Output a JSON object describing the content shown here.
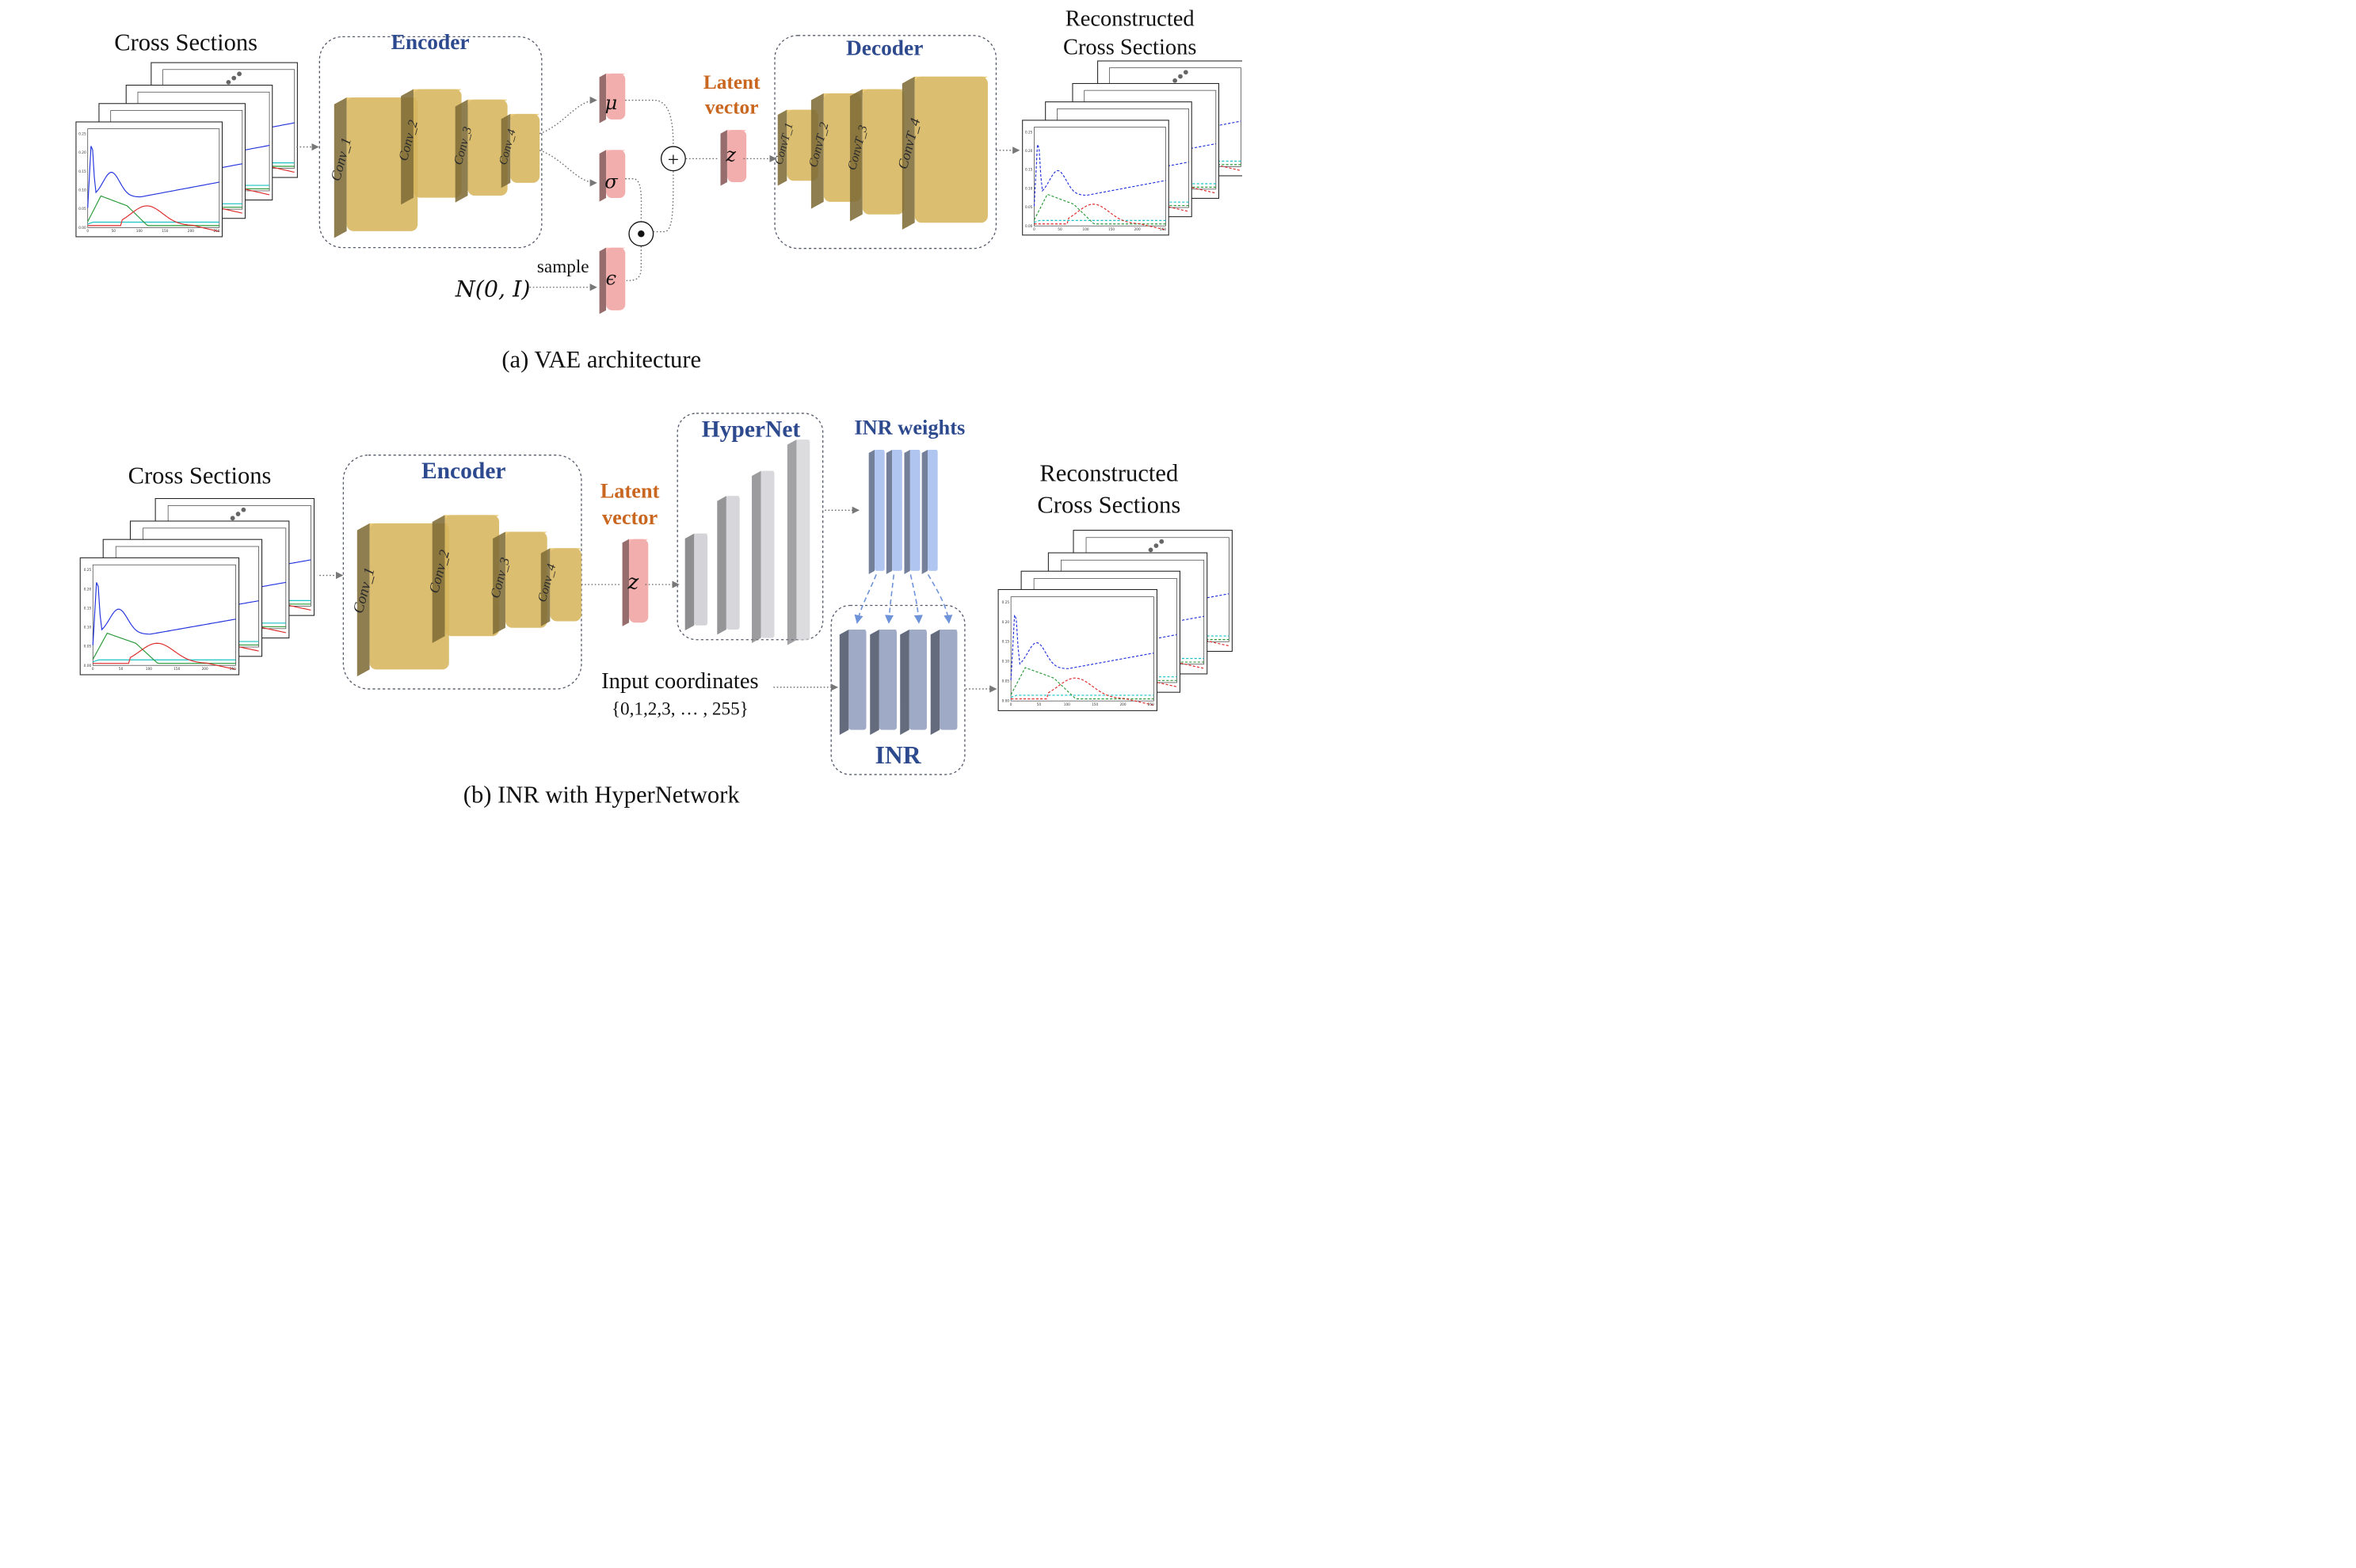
{
  "vae": {
    "input_label": "Cross Sections",
    "encoder_title": "Encoder",
    "encoder_layers": [
      "Conv_1",
      "Conv_2",
      "Conv_3",
      "Conv_4"
    ],
    "mu": "μ",
    "sigma": "σ",
    "epsilon": "ϵ",
    "plus": "+",
    "odot": "⊙",
    "sample_label": "sample",
    "noise_label": "N(0, I)",
    "latent_label_line1": "Latent",
    "latent_label_line2": "vector",
    "z": "z",
    "decoder_title": "Decoder",
    "decoder_layers": [
      "ConvT_1",
      "ConvT_2",
      "ConvT_3",
      "ConvT_4"
    ],
    "output_label_line1": "Reconstructed",
    "output_label_line2": "Cross Sections",
    "caption": "(a) VAE architecture"
  },
  "inr": {
    "input_label": "Cross Sections",
    "encoder_title": "Encoder",
    "encoder_layers": [
      "Conv_1",
      "Conv_2",
      "Conv_3",
      "Conv_4"
    ],
    "latent_label_line1": "Latent",
    "latent_label_line2": "vector",
    "z": "z",
    "hypernet_title": "HyperNet",
    "weights_title": "INR weights",
    "inr_title": "INR",
    "coords_label": "Input coordinates",
    "coords_set": "{0,1,2,3, … , 255}",
    "output_label_line1": "Reconstructed",
    "output_label_line2": "Cross Sections",
    "caption": "(b) INR with HyperNetwork"
  },
  "plot": {
    "y_ticks": [
      "0.00",
      "0.05",
      "0.10",
      "0.15",
      "0.20",
      "0.25"
    ],
    "x_ticks": [
      "0",
      "50",
      "100",
      "150",
      "200",
      "250"
    ]
  },
  "colors": {
    "title_blue": "#2e4a8f",
    "latent_orange": "#c9661f",
    "conv_gold": "#d6b55c",
    "latent_pink": "#f2aaa8",
    "weights_blue": "#a8bfee",
    "hypernet_gray": "#cdcdd2",
    "curve_blue": "#2233dd",
    "curve_green": "#2a9a3a",
    "curve_red": "#dd2a2a",
    "curve_cyan": "#19c3c3"
  }
}
